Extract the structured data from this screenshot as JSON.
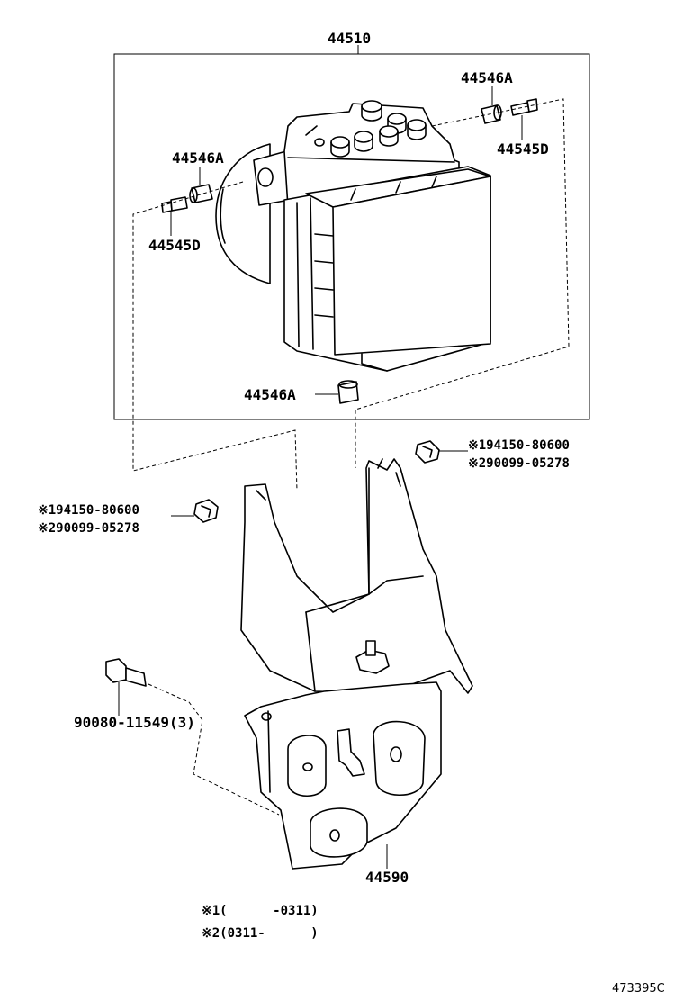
{
  "parts": {
    "actuator_assy": "44510",
    "plug_top_right": "44546A",
    "plug_left": "44546A",
    "plug_bottom": "44546A",
    "bolt_top_right": "44545D",
    "bolt_left": "44545D",
    "bracket": "44590"
  },
  "nut_right": {
    "line1": "※194150-80600",
    "line2": "※290099-05278"
  },
  "nut_left": {
    "line1": "※194150-80600",
    "line2": "※290099-05278"
  },
  "bolt_lower": "90080-11549(3)",
  "notes": {
    "note1": "※1(      -0311)",
    "note2": "※2(0311-      )"
  },
  "diagram_code": "473395C"
}
